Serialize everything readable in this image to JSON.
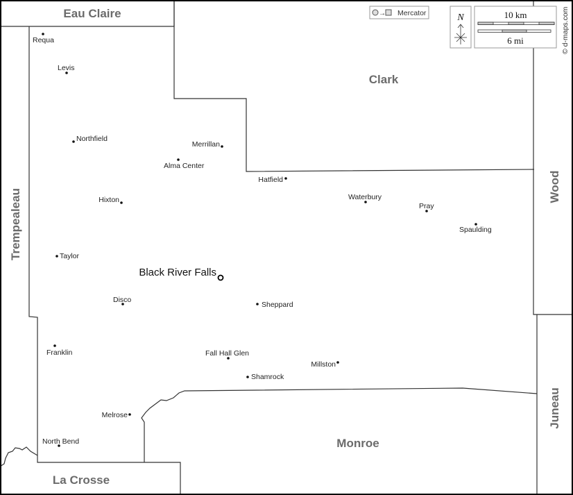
{
  "projection": {
    "label": "Mercator"
  },
  "north": {
    "label": "N"
  },
  "scale": {
    "km_label": "10 km",
    "mi_label": "6 mi"
  },
  "credit": "© d-maps.com",
  "counties": {
    "eau_claire": "Eau Claire",
    "clark": "Clark",
    "wood": "Wood",
    "trempealeau": "Trempealeau",
    "juneau": "Juneau",
    "monroe": "Monroe",
    "la_crosse": "La Crosse"
  },
  "seat": {
    "name": "Black River Falls"
  },
  "cities": [
    {
      "name": "Requa"
    },
    {
      "name": "Levis"
    },
    {
      "name": "Northfield"
    },
    {
      "name": "Merrillan"
    },
    {
      "name": "Alma Center"
    },
    {
      "name": "Hatfield"
    },
    {
      "name": "Hixton"
    },
    {
      "name": "Waterbury"
    },
    {
      "name": "Pray"
    },
    {
      "name": "Spaulding"
    },
    {
      "name": "Taylor"
    },
    {
      "name": "Disco"
    },
    {
      "name": "Sheppard"
    },
    {
      "name": "Franklin"
    },
    {
      "name": "Fall Hall Glen"
    },
    {
      "name": "Millston"
    },
    {
      "name": "Shamrock"
    },
    {
      "name": "Melrose"
    },
    {
      "name": "North Bend"
    }
  ]
}
